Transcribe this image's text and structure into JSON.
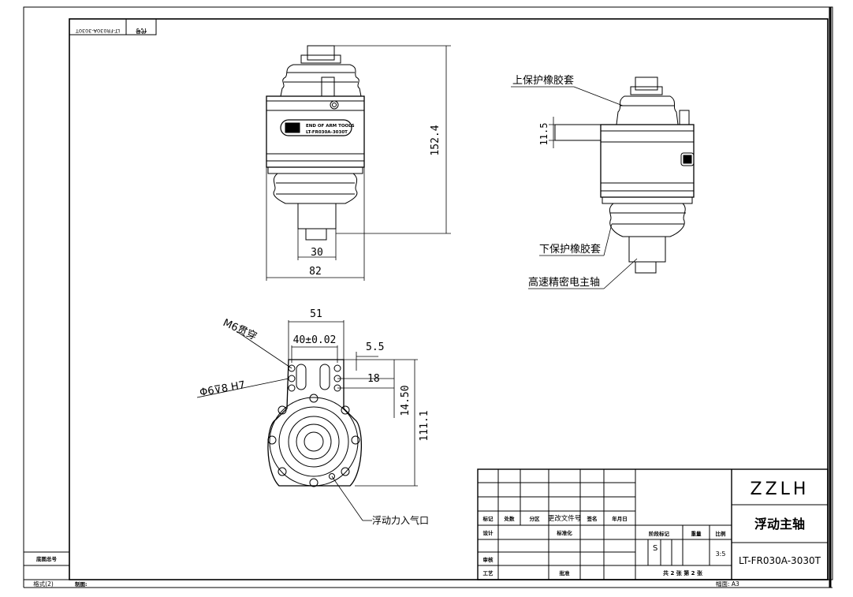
{
  "sheet": {
    "rotated_code": "LT-FR030A-3030T",
    "rotated_code_label": "代号",
    "left_label_1": "底图总号",
    "format_label": "格式(2)",
    "drawing_label": "制图:",
    "sheet_size": "幅面: A3"
  },
  "front_view": {
    "dim_height": "152.4",
    "dim_shaft": "30",
    "dim_width": "82",
    "nameplate_line1": "END OF ARM TOOLS",
    "nameplate_line2": "LT-FR030A-3030T"
  },
  "side_view": {
    "dim_flange": "11.5",
    "callout_upper": "上保护橡胶套",
    "callout_lower": "下保护橡胶套",
    "callout_spindle": "高速精密电主轴"
  },
  "bottom_view": {
    "dim_51": "51",
    "dim_40": "40±0.02",
    "dim_5_5": "5.5",
    "dim_18": "18",
    "dim_14_5": "14.50",
    "dim_111": "111.1",
    "label_m6": "M6贯穿",
    "label_phi": "Φ6⊽8 H7",
    "label_air": "浮动力入气口"
  },
  "title_block": {
    "company": "ZZLH",
    "part_name": "浮动主轴",
    "drawing_number": "LT-FR030A-3030T",
    "rev_headers": [
      "标记",
      "处数",
      "分区",
      "更改文件号",
      "签名",
      "年月日"
    ],
    "design": "设计",
    "standardize": "标准化",
    "review": "审核",
    "process": "工艺",
    "approve": "批准",
    "stage_mark": "阶段标记",
    "weight": "重量",
    "scale_label": "比例",
    "stage_value": "S",
    "scale_value": "3:5",
    "sheet_count": "共 2 张  第 2 张"
  }
}
